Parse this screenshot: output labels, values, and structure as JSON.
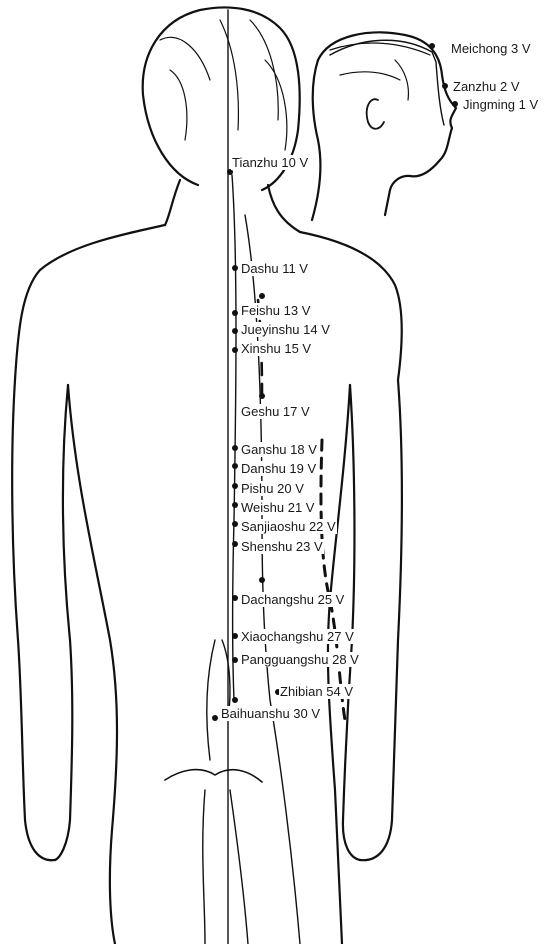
{
  "points": [
    {
      "id": "meichong",
      "label": "Meichong 3 V"
    },
    {
      "id": "zanzhu",
      "label": "Zanzhu 2 V"
    },
    {
      "id": "jingming",
      "label": "Jingming 1 V"
    },
    {
      "id": "tianzhu",
      "label": "Tianzhu 10 V"
    },
    {
      "id": "dashu",
      "label": "Dashu 11 V"
    },
    {
      "id": "feishu",
      "label": "Feishu 13 V"
    },
    {
      "id": "jueyinshu",
      "label": "Jueyinshu 14 V"
    },
    {
      "id": "xinshu",
      "label": "Xinshu 15 V"
    },
    {
      "id": "geshu",
      "label": "Geshu 17 V"
    },
    {
      "id": "ganshu",
      "label": "Ganshu 18 V"
    },
    {
      "id": "danshu",
      "label": "Danshu 19 V"
    },
    {
      "id": "pishu",
      "label": "Pishu 20 V"
    },
    {
      "id": "weishu",
      "label": "Weishu 21 V"
    },
    {
      "id": "sanjiaoshu",
      "label": "Sanjiaoshu 22 V"
    },
    {
      "id": "shenshu",
      "label": "Shenshu 23 V"
    },
    {
      "id": "dachangshu",
      "label": "Dachangshu 25 V"
    },
    {
      "id": "xiaochangshu",
      "label": "Xiaochangshu 27 V"
    },
    {
      "id": "pangguangshu",
      "label": "Pangguangshu 28 V"
    },
    {
      "id": "zhibian",
      "label": "Zhibian 54 V"
    },
    {
      "id": "baihuanshu",
      "label": "Baihuanshu 30 V"
    }
  ]
}
